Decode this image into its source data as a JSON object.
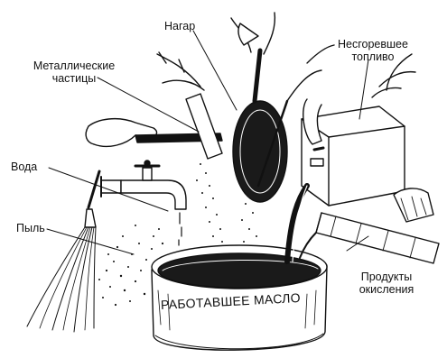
{
  "labels": {
    "soot": "Нагар",
    "metal_particles": "Металлические\nчастицы",
    "unburned_fuel": "Несгоревшее\nтопливо",
    "water": "Вода",
    "dust": "Пыль",
    "oxidation_products": "Продукты\nокисления",
    "used_oil": "РАБОТАВШЕЕ МАСЛО"
  },
  "colors": {
    "ink": "#111111",
    "paper": "#ffffff"
  }
}
